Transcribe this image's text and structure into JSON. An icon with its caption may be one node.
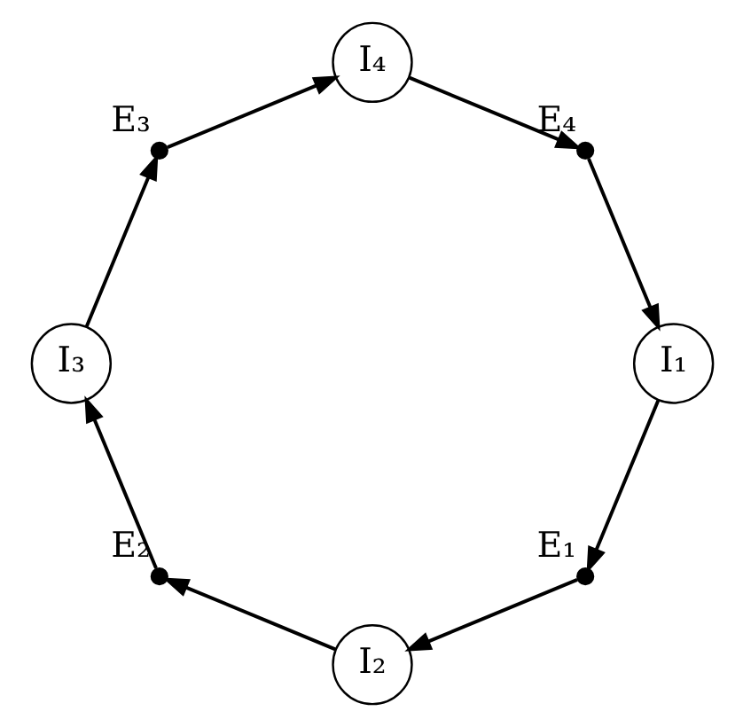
{
  "diagram": {
    "nodes": [
      {
        "text": [
          "E₁"
        ]
      },
      {
        "text": [
          "I₁"
        ]
      },
      {
        "text": [
          "E₄"
        ]
      },
      {
        "text": [
          "I₄"
        ]
      },
      {
        "text": [
          "I₂"
        ]
      },
      {
        "text": [
          "E₂"
        ]
      },
      {
        "text": [
          "I₃"
        ]
      },
      {
        "text": [
          "E₃"
        ]
      }
    ],
    "edges": [
      {
        "from": 1,
        "to": 0,
        "arrow": "to"
      },
      {
        "from": 0,
        "to": 4,
        "arrow": "to"
      },
      {
        "from": 4,
        "to": 5,
        "arrow": "to"
      },
      {
        "from": 5,
        "to": 6,
        "arrow": "to"
      },
      {
        "from": 6,
        "to": 7,
        "arrow": "to"
      },
      {
        "from": 7,
        "to": 3,
        "arrow": "to"
      },
      {
        "from": 3,
        "to": 2,
        "arrow": "to"
      },
      {
        "from": 2,
        "to": 1,
        "arrow": "to"
      }
    ]
  }
}
